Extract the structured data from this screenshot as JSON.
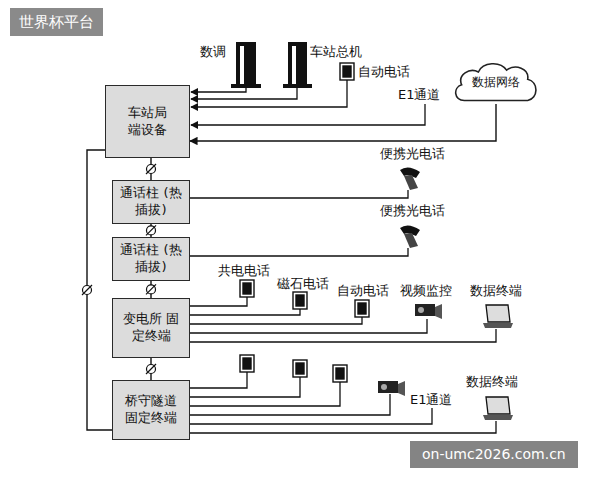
{
  "diagram": {
    "nodes": [
      {
        "text": [
          "车站局端设备"
        ]
      },
      {
        "text": [
          "数据网络"
        ]
      },
      {
        "text": [
          "通话柱 (热插拔)"
        ]
      },
      {
        "text": [
          "通话柱 (热插拔)"
        ]
      },
      {
        "text": [
          "变电所 固定终端"
        ]
      },
      {
        "text": [
          "桥守隧道 固定终端"
        ]
      }
    ],
    "edges": [
      {
        "from": 1,
        "to": 0,
        "arrow": "to"
      },
      {
        "from": 0,
        "to": 2,
        "arrow": "none"
      },
      {
        "from": 2,
        "to": 3,
        "arrow": "none"
      },
      {
        "from": 3,
        "to": 4,
        "arrow": "none"
      },
      {
        "from": 4,
        "to": 5,
        "arrow": "none"
      },
      {
        "from": 0,
        "to": 5,
        "arrow": "none"
      }
    ],
    "labels": [
      "世界杯平台",
      "数调",
      "车站总机",
      "自动电话",
      "E1通道",
      "便携光电话",
      "便携光电话",
      "共电电话",
      "磁石电话",
      "自动电话",
      "视频监控",
      "数据终端",
      "数据终端",
      "E1通道",
      "on-umc2026.com.cn"
    ]
  }
}
